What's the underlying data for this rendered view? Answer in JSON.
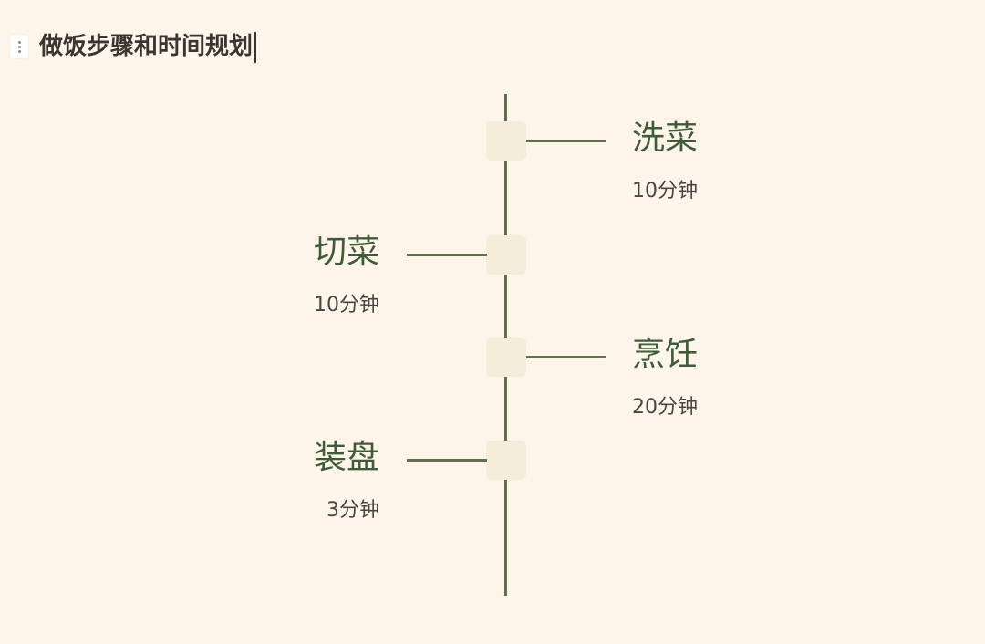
{
  "page": {
    "title": "做饭步骤和时间规划",
    "handle_icon": "drag-handle-icon"
  },
  "colors": {
    "background": "#fdf5ea",
    "axis": "#5e7050",
    "node": "#f6ecdb",
    "label": "#3f5c38",
    "duration": "#4a4540"
  },
  "timeline": {
    "steps": [
      {
        "label": "洗菜",
        "duration": "10分钟",
        "side": "right"
      },
      {
        "label": "切菜",
        "duration": "10分钟",
        "side": "left"
      },
      {
        "label": "烹饪",
        "duration": "20分钟",
        "side": "right"
      },
      {
        "label": "装盘",
        "duration": "3分钟",
        "side": "left"
      }
    ]
  }
}
